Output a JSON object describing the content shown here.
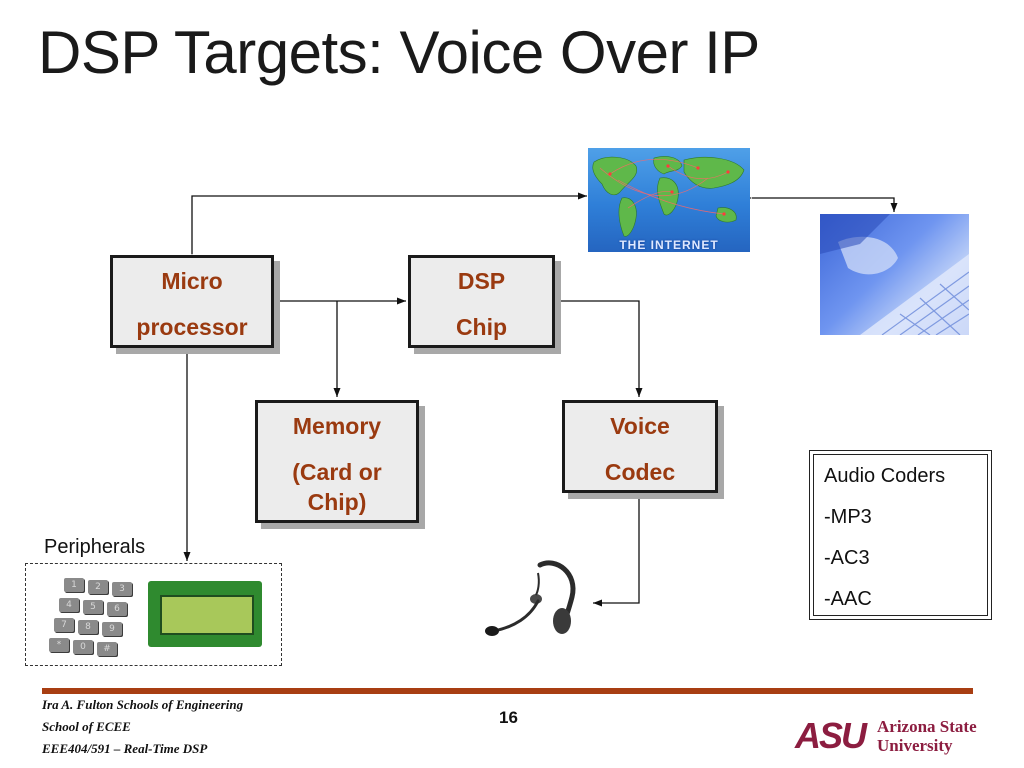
{
  "slide": {
    "title": "DSP Targets: Voice Over IP",
    "page_number": "16"
  },
  "diagram": {
    "microprocessor": {
      "line1": "Micro",
      "line2": "processor"
    },
    "dsp_chip": {
      "line1": "DSP",
      "line2": "Chip"
    },
    "memory": {
      "line1": "Memory",
      "line2": "(Card or",
      "line3": "Chip)"
    },
    "voice_codec": {
      "line1": "Voice",
      "line2": "Codec"
    },
    "internet_label": "THE INTERNET",
    "peripherals_label": "Peripherals",
    "keypad_keys": [
      "1",
      "2",
      "3",
      "4",
      "5",
      "6",
      "7",
      "8",
      "9",
      "*",
      "0",
      "#"
    ]
  },
  "audio_coders": {
    "heading": "Audio Coders",
    "items": [
      "-MP3",
      "-AC3",
      "-AAC"
    ]
  },
  "footer": {
    "line1": "Ira A. Fulton Schools of Engineering",
    "line2": "School of ECEE",
    "line3": "EEE404/591 – Real-Time DSP",
    "logo_mark": "ASU",
    "logo_line1": "Arizona State",
    "logo_line2": "University"
  },
  "colors": {
    "accent": "#a83e12",
    "box_text": "#9a3a10",
    "asu_maroon": "#8c1d40"
  }
}
